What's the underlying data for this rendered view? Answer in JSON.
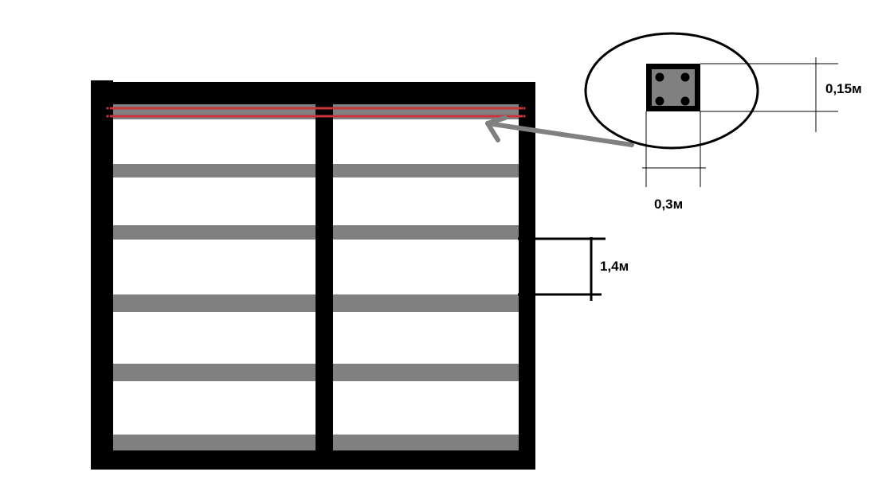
{
  "colors": {
    "frame": "#000000",
    "joist": "#808080",
    "rebar_beam": "#c8363c",
    "section_fill": "#808080",
    "arrow": "#808080",
    "background": "#ffffff"
  },
  "labels": {
    "section_height": "0,15м",
    "section_width": "0,3м",
    "joist_spacing": "1,4м"
  },
  "structure": {
    "bays": 2,
    "joist_rows": 5,
    "reinforced_top_beam": true,
    "rebar_bars_in_section": 4
  }
}
